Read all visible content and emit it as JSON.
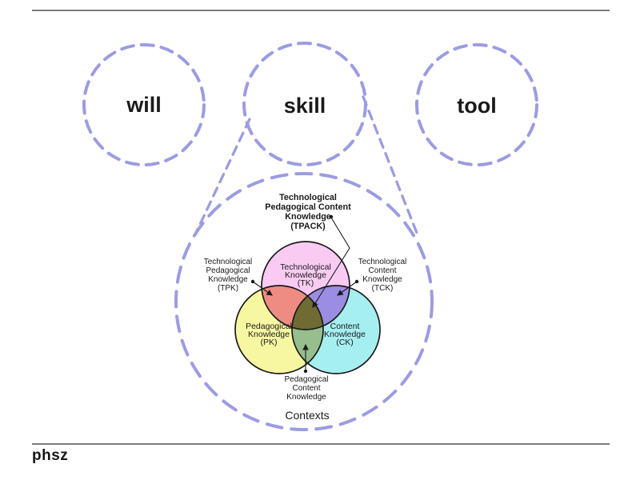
{
  "slide": {
    "top_circles": [
      {
        "label": "will"
      },
      {
        "label": "skill"
      },
      {
        "label": "tool"
      }
    ],
    "tpack": {
      "tk": {
        "fill": "#f9cbf3",
        "lines": [
          "Technological",
          "Knowledge",
          "(TK)"
        ]
      },
      "pk": {
        "fill": "#f7f7a2",
        "lines": [
          "Pedagogical",
          "Knowledge",
          "(PK)"
        ]
      },
      "ck": {
        "fill": "#a6eff1",
        "lines": [
          "Content",
          "Knowledge",
          "(CK)"
        ]
      },
      "overlap_fills": {
        "tpk": "#ee8c84",
        "tck": "#9a8de2",
        "pck": "#96bf8d",
        "tpack": "#6f6b33"
      },
      "callouts": {
        "tpack": {
          "lines": [
            "Technological",
            "Pedagogical Content",
            "Knowledge",
            "(TPACK)"
          ]
        },
        "tpk": {
          "lines": [
            "Technological",
            "Pedagogical",
            "Knowledge",
            "(TPK)"
          ]
        },
        "tck": {
          "lines": [
            "Technological",
            "Content",
            "Knowledge",
            "(TCK)"
          ]
        },
        "pck": {
          "lines": [
            "Pedagogical",
            "Content",
            "Knowledge"
          ]
        }
      },
      "contexts_label": "Contexts"
    },
    "footer": {
      "logo_text": "phsz"
    },
    "colors": {
      "dashed_stroke": "#9c9ce2",
      "venn_outline": "#1b1b1b",
      "pointer_line": "#1a1a1a",
      "rule": "#7b7b7b",
      "text": "#1a1a1a"
    }
  }
}
